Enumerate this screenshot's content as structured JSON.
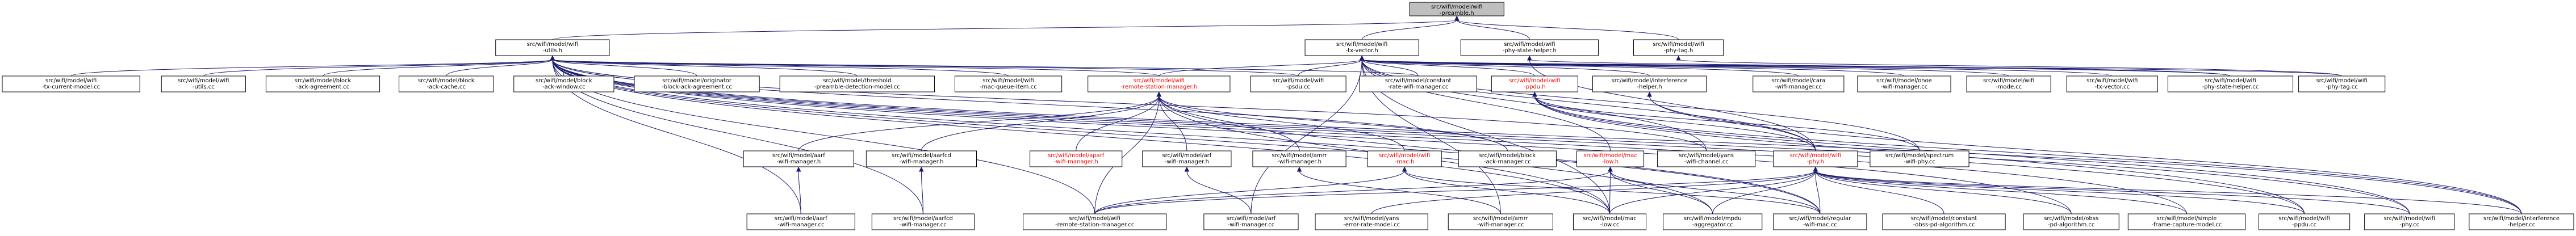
{
  "colors": {
    "edge": "#191970",
    "root_fill": "#bfbfbf",
    "node_fill": "#ffffff",
    "red_text": "#ff0000",
    "black_text": "#000000"
  },
  "nodes": [
    {
      "id": "root",
      "lines": [
        "src/wifi/model/wifi",
        "-preamble.h"
      ],
      "root": true
    },
    {
      "id": "utils_h",
      "lines": [
        "src/wifi/model/wifi",
        "-utils.h"
      ]
    },
    {
      "id": "txvector_h",
      "lines": [
        "src/wifi/model/wifi",
        "-tx-vector.h"
      ]
    },
    {
      "id": "phystatehelper_h",
      "lines": [
        "src/wifi/model/wifi",
        "-phy-state-helper.h"
      ]
    },
    {
      "id": "phytag_h",
      "lines": [
        "src/wifi/model/wifi",
        "-phy-tag.h"
      ]
    },
    {
      "id": "txcurrent_cc",
      "lines": [
        "src/wifi/model/wifi",
        "-tx-current-model.cc"
      ]
    },
    {
      "id": "utils_cc",
      "lines": [
        "src/wifi/model/wifi",
        "-utils.cc"
      ]
    },
    {
      "id": "blockack_agr_cc",
      "lines": [
        "src/wifi/model/block",
        "-ack-agreement.cc"
      ]
    },
    {
      "id": "blockack_cache_cc",
      "lines": [
        "src/wifi/model/block",
        "-ack-cache.cc"
      ]
    },
    {
      "id": "blockack_window_cc",
      "lines": [
        "src/wifi/model/block",
        "-ack-window.cc"
      ]
    },
    {
      "id": "originator_cc",
      "lines": [
        "src/wifi/model/originator",
        "-block-ack-agreement.cc"
      ]
    },
    {
      "id": "threshold_cc",
      "lines": [
        "src/wifi/model/threshold",
        "-preamble-detection-model.cc"
      ]
    },
    {
      "id": "macqueue_cc",
      "lines": [
        "src/wifi/model/wifi",
        "-mac-queue-item.cc"
      ]
    },
    {
      "id": "rsm_h",
      "lines": [
        "src/wifi/model/wifi",
        "-remote-station-manager.h"
      ],
      "red": true
    },
    {
      "id": "psdu_cc",
      "lines": [
        "src/wifi/model/wifi",
        "-psdu.cc"
      ]
    },
    {
      "id": "constant_rate_cc",
      "lines": [
        "src/wifi/model/constant",
        "-rate-wifi-manager.cc"
      ]
    },
    {
      "id": "ppdu_h",
      "lines": [
        "src/wifi/model/wifi",
        "-ppdu.h"
      ],
      "red": true
    },
    {
      "id": "interference_h",
      "lines": [
        "src/wifi/model/interference",
        "-helper.h"
      ]
    },
    {
      "id": "cara_cc",
      "lines": [
        "src/wifi/model/cara",
        "-wifi-manager.cc"
      ]
    },
    {
      "id": "onoe_cc",
      "lines": [
        "src/wifi/model/onoe",
        "-wifi-manager.cc"
      ]
    },
    {
      "id": "mode_cc",
      "lines": [
        "src/wifi/model/wifi",
        "-mode.cc"
      ]
    },
    {
      "id": "txvector_cc",
      "lines": [
        "src/wifi/model/wifi",
        "-tx-vector.cc"
      ]
    },
    {
      "id": "phystatehelper_cc",
      "lines": [
        "src/wifi/model/wifi",
        "-phy-state-helper.cc"
      ]
    },
    {
      "id": "phytag_cc",
      "lines": [
        "src/wifi/model/wifi",
        "-phy-tag.cc"
      ]
    },
    {
      "id": "aarf_h",
      "lines": [
        "src/wifi/model/aarf",
        "-wifi-manager.h"
      ]
    },
    {
      "id": "aarfcd_h",
      "lines": [
        "src/wifi/model/aarfcd",
        "-wifi-manager.h"
      ]
    },
    {
      "id": "aparf_h",
      "lines": [
        "src/wifi/model/aparf",
        "-wifi-manager.h"
      ],
      "red": true
    },
    {
      "id": "arf_h",
      "lines": [
        "src/wifi/model/arf",
        "-wifi-manager.h"
      ]
    },
    {
      "id": "amrr_h",
      "lines": [
        "src/wifi/model/amrr",
        "-wifi-manager.h"
      ]
    },
    {
      "id": "mac_h",
      "lines": [
        "src/wifi/model/wifi",
        "-mac.h"
      ],
      "red": true
    },
    {
      "id": "blockack_mgr_cc",
      "lines": [
        "src/wifi/model/block",
        "-ack-manager.cc"
      ]
    },
    {
      "id": "maclow_h",
      "lines": [
        "src/wifi/model/mac",
        "-low.h"
      ],
      "red": true
    },
    {
      "id": "yans_channel_cc",
      "lines": [
        "src/wifi/model/yans",
        "-wifi-channel.cc"
      ]
    },
    {
      "id": "phy_h",
      "lines": [
        "src/wifi/model/wifi",
        "-phy.h"
      ],
      "red": true
    },
    {
      "id": "spectrum_cc",
      "lines": [
        "src/wifi/model/spectrum",
        "-wifi-phy.cc"
      ]
    },
    {
      "id": "aarf_cc",
      "lines": [
        "src/wifi/model/aarf",
        "-wifi-manager.cc"
      ]
    },
    {
      "id": "aarfcd_cc",
      "lines": [
        "src/wifi/model/aarfcd",
        "-wifi-manager.cc"
      ]
    },
    {
      "id": "rsm_cc",
      "lines": [
        "src/wifi/model/wifi",
        "-remote-station-manager.cc"
      ]
    },
    {
      "id": "arf_cc",
      "lines": [
        "src/wifi/model/arf",
        "-wifi-manager.cc"
      ]
    },
    {
      "id": "yans_error_cc",
      "lines": [
        "src/wifi/model/yans",
        "-error-rate-model.cc"
      ]
    },
    {
      "id": "amrr_cc",
      "lines": [
        "src/wifi/model/amrr",
        "-wifi-manager.cc"
      ]
    },
    {
      "id": "maclow_cc",
      "lines": [
        "src/wifi/model/mac",
        "-low.cc"
      ]
    },
    {
      "id": "mpdu_agg_cc",
      "lines": [
        "src/wifi/model/mpdu",
        "-aggregator.cc"
      ]
    },
    {
      "id": "regular_cc",
      "lines": [
        "src/wifi/model/regular",
        "-wifi-mac.cc"
      ]
    },
    {
      "id": "obss_cc",
      "lines": [
        "src/wifi/model/constant",
        "-obss-pd-algorithm.cc"
      ]
    },
    {
      "id": "obsspd_cc",
      "lines": [
        "src/wifi/model/obss",
        "-pd-algorithm.cc"
      ]
    },
    {
      "id": "simple_cc",
      "lines": [
        "src/wifi/model/simple",
        "-frame-capture-model.cc"
      ]
    },
    {
      "id": "ppdu_cc",
      "lines": [
        "src/wifi/model/wifi",
        "-ppdu.cc"
      ]
    },
    {
      "id": "phy_cc",
      "lines": [
        "src/wifi/model/wifi",
        "-phy.cc"
      ]
    },
    {
      "id": "interference_cc",
      "lines": [
        "src/wifi/model/interference",
        "-helper.cc"
      ]
    }
  ],
  "edges": [
    [
      "root",
      "utils_h"
    ],
    [
      "root",
      "txvector_h"
    ],
    [
      "root",
      "phystatehelper_h"
    ],
    [
      "root",
      "phytag_h"
    ],
    [
      "utils_h",
      "txcurrent_cc"
    ],
    [
      "utils_h",
      "utils_cc"
    ],
    [
      "utils_h",
      "blockack_agr_cc"
    ],
    [
      "utils_h",
      "blockack_cache_cc"
    ],
    [
      "utils_h",
      "blockack_window_cc"
    ],
    [
      "utils_h",
      "originator_cc"
    ],
    [
      "utils_h",
      "threshold_cc"
    ],
    [
      "utils_h",
      "macqueue_cc"
    ],
    [
      "utils_h",
      "rsm_h"
    ],
    [
      "utils_h",
      "psdu_cc"
    ],
    [
      "utils_h",
      "constant_rate_cc"
    ],
    [
      "utils_h",
      "rsm_cc"
    ],
    [
      "utils_h",
      "maclow_cc"
    ],
    [
      "utils_h",
      "mpdu_agg_cc"
    ],
    [
      "utils_h",
      "regular_cc"
    ],
    [
      "utils_h",
      "obsspd_cc"
    ],
    [
      "utils_h",
      "simple_cc"
    ],
    [
      "utils_h",
      "ppdu_cc"
    ],
    [
      "utils_h",
      "phy_cc"
    ],
    [
      "utils_h",
      "interference_cc"
    ],
    [
      "utils_h",
      "yans_channel_cc"
    ],
    [
      "utils_h",
      "aarf_cc"
    ],
    [
      "utils_h",
      "aarfcd_cc"
    ],
    [
      "utils_h",
      "blockack_mgr_cc"
    ],
    [
      "txvector_h",
      "rsm_h"
    ],
    [
      "txvector_h",
      "constant_rate_cc"
    ],
    [
      "txvector_h",
      "ppdu_h"
    ],
    [
      "txvector_h",
      "interference_h"
    ],
    [
      "txvector_h",
      "cara_cc"
    ],
    [
      "txvector_h",
      "onoe_cc"
    ],
    [
      "txvector_h",
      "mode_cc"
    ],
    [
      "txvector_h",
      "txvector_cc"
    ],
    [
      "txvector_h",
      "phystatehelper_cc"
    ],
    [
      "txvector_h",
      "phytag_cc"
    ],
    [
      "txvector_h",
      "maclow_h"
    ],
    [
      "txvector_h",
      "yans_channel_cc"
    ],
    [
      "txvector_h",
      "phy_h"
    ],
    [
      "txvector_h",
      "spectrum_cc"
    ],
    [
      "txvector_h",
      "psdu_cc"
    ],
    [
      "txvector_h",
      "arf_cc"
    ],
    [
      "txvector_h",
      "amrr_cc"
    ],
    [
      "txvector_h",
      "maclow_cc"
    ],
    [
      "phystatehelper_h",
      "phystatehelper_cc"
    ],
    [
      "phystatehelper_h",
      "phy_h"
    ],
    [
      "phytag_h",
      "phytag_cc"
    ],
    [
      "rsm_h",
      "aarf_h"
    ],
    [
      "rsm_h",
      "aarfcd_h"
    ],
    [
      "rsm_h",
      "aparf_h"
    ],
    [
      "rsm_h",
      "arf_h"
    ],
    [
      "rsm_h",
      "amrr_h"
    ],
    [
      "rsm_h",
      "mac_h"
    ],
    [
      "rsm_h",
      "blockack_mgr_cc"
    ],
    [
      "rsm_h",
      "rsm_cc"
    ],
    [
      "rsm_h",
      "maclow_cc"
    ],
    [
      "rsm_h",
      "regular_cc"
    ],
    [
      "aarf_h",
      "aarf_cc"
    ],
    [
      "aarfcd_h",
      "aarfcd_cc"
    ],
    [
      "arf_h",
      "arf_cc"
    ],
    [
      "amrr_h",
      "amrr_cc"
    ],
    [
      "mac_h",
      "rsm_cc"
    ],
    [
      "mac_h",
      "maclow_cc"
    ],
    [
      "mac_h",
      "regular_cc"
    ],
    [
      "maclow_h",
      "maclow_cc"
    ],
    [
      "maclow_h",
      "mpdu_agg_cc"
    ],
    [
      "maclow_h",
      "regular_cc"
    ],
    [
      "maclow_h",
      "rsm_cc"
    ],
    [
      "ppdu_h",
      "phy_h"
    ],
    [
      "ppdu_h",
      "ppdu_cc"
    ],
    [
      "ppdu_h",
      "phy_cc"
    ],
    [
      "ppdu_h",
      "interference_cc"
    ],
    [
      "ppdu_h",
      "spectrum_cc"
    ],
    [
      "interference_h",
      "phy_h"
    ],
    [
      "interference_h",
      "interference_cc"
    ],
    [
      "phy_h",
      "rsm_cc"
    ],
    [
      "phy_h",
      "yans_error_cc"
    ],
    [
      "phy_h",
      "maclow_cc"
    ],
    [
      "phy_h",
      "mpdu_agg_cc"
    ],
    [
      "phy_h",
      "obss_cc"
    ],
    [
      "phy_h",
      "obsspd_cc"
    ],
    [
      "phy_h",
      "simple_cc"
    ],
    [
      "phy_h",
      "ppdu_cc"
    ],
    [
      "phy_h",
      "phy_cc"
    ],
    [
      "phy_h",
      "interference_cc"
    ],
    [
      "phy_h",
      "regular_cc"
    ]
  ]
}
